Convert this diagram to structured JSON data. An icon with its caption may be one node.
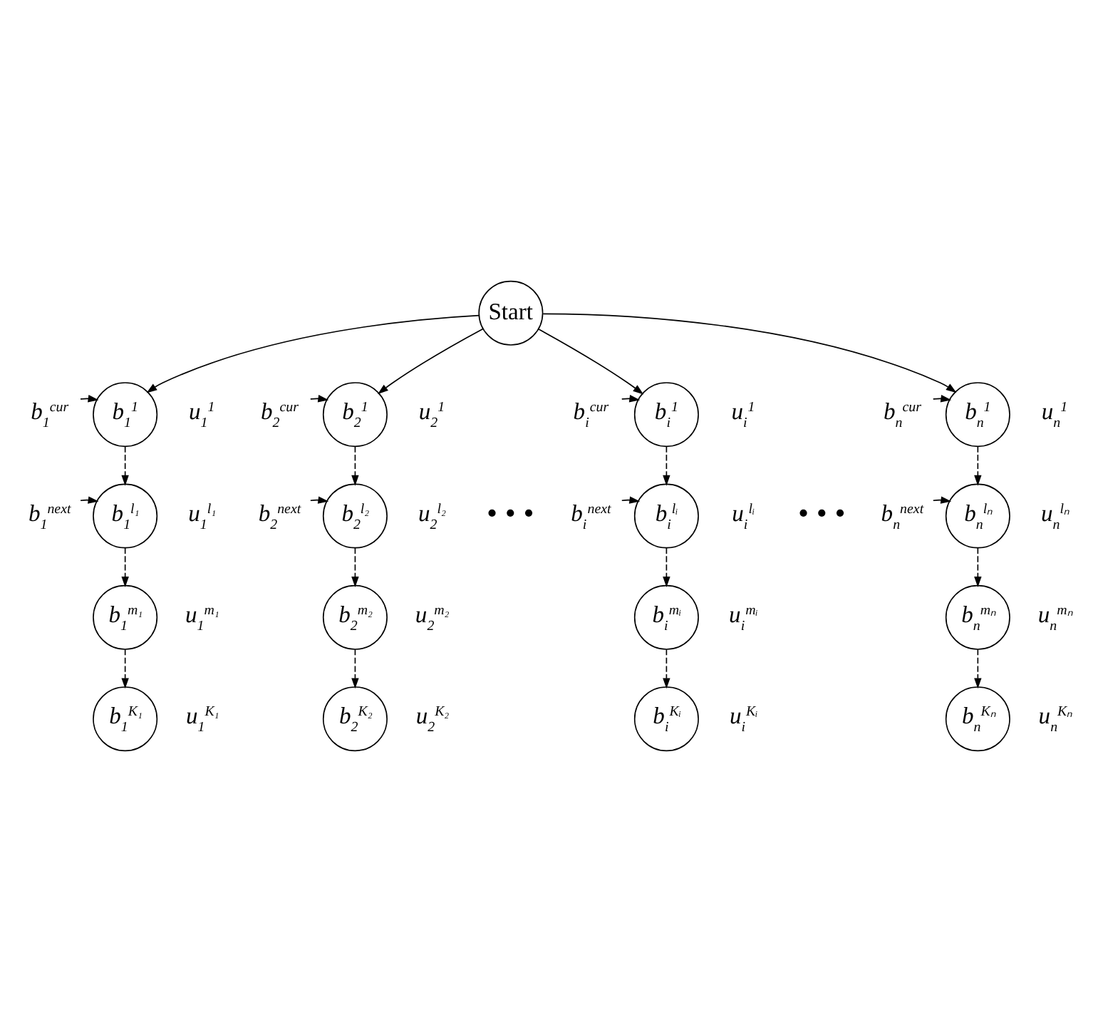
{
  "diagram": {
    "nodes": [
      {
        "text": [
          "Start"
        ]
      },
      {
        "text": [
          "b$_{1}$$^{cur}$"
        ]
      },
      {
        "text": [
          "b$_{1}$$^{1}$"
        ],
        "beside": [
          "u$_{1}$$^{1}$"
        ]
      },
      {
        "text": [
          "b$_{2}$$^{cur}$"
        ]
      },
      {
        "text": [
          "b$_{2}$$^{1}$"
        ],
        "beside": [
          "u$_{2}$$^{1}$"
        ]
      },
      {
        "text": [
          "b$_{i}$$^{cur}$"
        ]
      },
      {
        "text": [
          "b$_{i}$$^{1}$"
        ],
        "beside": [
          "u$_{i}$$^{1}$"
        ]
      },
      {
        "text": [
          "b$_{n}$$^{cur}$"
        ]
      },
      {
        "text": [
          "b$_{n}$$^{1}$"
        ],
        "beside": [
          "u$_{n}$$^{1}$"
        ]
      },
      {
        "text": [
          "b$_{1}$$^{next}$"
        ]
      },
      {
        "text": [
          "b$_{1}$$^{l₁}$"
        ],
        "beside": [
          "u$_{1}$$^{l₁}$"
        ]
      },
      {
        "text": [
          "b$_{2}$$^{next}$"
        ]
      },
      {
        "text": [
          "b$_{2}$$^{l₂}$"
        ],
        "beside": [
          "u$_{2}$$^{l₂}$"
        ]
      },
      {
        "text": [
          "b$_{i}$$^{next}$"
        ]
      },
      {
        "text": [
          "b$_{i}$$^{lᵢ}$"
        ],
        "beside": [
          "u$_{i}$$^{lᵢ}$"
        ]
      },
      {
        "text": [
          "b$_{n}$$^{next}$"
        ]
      },
      {
        "text": [
          "b$_{n}$$^{lₙ}$"
        ],
        "beside": [
          "u$_{n}$$^{lₙ}$"
        ]
      },
      {
        "text": [
          "b$_{1}$$^{m₁}$"
        ],
        "beside": [
          "u$_{1}$$^{m₁}$"
        ]
      },
      {
        "text": [
          "b$_{2}$$^{m₂}$"
        ],
        "beside": [
          "u$_{2}$$^{m₂}$"
        ]
      },
      {
        "text": [
          "b$_{i}$$^{mᵢ}$"
        ],
        "beside": [
          "u$_{i}$$^{mᵢ}$"
        ]
      },
      {
        "text": [
          "b$_{n}$$^{mₙ}$"
        ],
        "beside": [
          "u$_{n}$$^{mₙ}$"
        ]
      },
      {
        "text": [
          "b$_{1}$$^{K₁}$"
        ],
        "beside": [
          "u$_{1}$$^{K₁}$"
        ]
      },
      {
        "text": [
          "b$_{2}$$^{K₂}$"
        ],
        "beside": [
          "u$_{2}$$^{K₂}$"
        ]
      },
      {
        "text": [
          "b$_{i}$$^{Kᵢ}$"
        ],
        "beside": [
          "u$_{i}$$^{Kᵢ}$"
        ]
      },
      {
        "text": [
          "b$_{n}$$^{Kₙ}$"
        ],
        "beside": [
          "u$_{n}$$^{Kₙ}$"
        ]
      }
    ],
    "edges": [
      {
        "from": 0,
        "to": 2,
        "arrow": "to"
      },
      {
        "from": 0,
        "to": 4,
        "arrow": "to"
      },
      {
        "from": 0,
        "to": 6,
        "arrow": "to"
      },
      {
        "from": 0,
        "to": 8,
        "arrow": "to"
      },
      {
        "from": 1,
        "to": 2,
        "arrow": "to"
      },
      {
        "from": 3,
        "to": 4,
        "arrow": "to"
      },
      {
        "from": 5,
        "to": 6,
        "arrow": "to"
      },
      {
        "from": 7,
        "to": 8,
        "arrow": "to"
      },
      {
        "from": 2,
        "to": 10,
        "arrow": "to",
        "style": "dashed"
      },
      {
        "from": 4,
        "to": 12,
        "arrow": "to",
        "style": "dashed"
      },
      {
        "from": 6,
        "to": 14,
        "arrow": "to",
        "style": "dashed"
      },
      {
        "from": 8,
        "to": 16,
        "arrow": "to",
        "style": "dashed"
      },
      {
        "from": 9,
        "to": 10,
        "arrow": "to"
      },
      {
        "from": 11,
        "to": 12,
        "arrow": "to"
      },
      {
        "from": 13,
        "to": 14,
        "arrow": "to"
      },
      {
        "from": 15,
        "to": 16,
        "arrow": "to"
      },
      {
        "from": 10,
        "to": 17,
        "arrow": "to",
        "style": "dashed"
      },
      {
        "from": 12,
        "to": 18,
        "arrow": "to",
        "style": "dashed"
      },
      {
        "from": 14,
        "to": 19,
        "arrow": "to",
        "style": "dashed"
      },
      {
        "from": 16,
        "to": 20,
        "arrow": "to",
        "style": "dashed"
      },
      {
        "from": 17,
        "to": 21,
        "arrow": "to",
        "style": "dashed"
      },
      {
        "from": 18,
        "to": 22,
        "arrow": "to",
        "style": "dashed"
      },
      {
        "from": 19,
        "to": 23,
        "arrow": "to",
        "style": "dashed"
      },
      {
        "from": 20,
        "to": 24,
        "arrow": "to",
        "style": "dashed"
      }
    ],
    "labels": [
      "• • •",
      "• • •"
    ]
  }
}
